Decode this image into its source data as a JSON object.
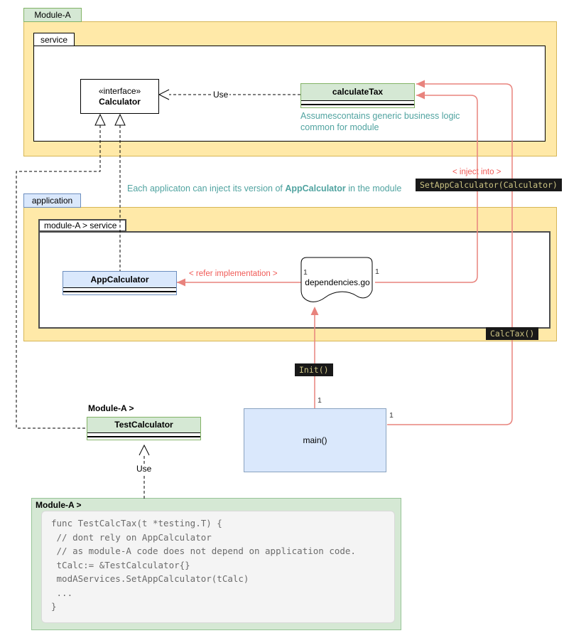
{
  "containers": {
    "module_a": {
      "tab": "Module-A"
    },
    "service": {
      "tab": "service"
    },
    "application": {
      "tab": "application"
    },
    "module_a_service": {
      "tab": "module-A > service"
    }
  },
  "boxes": {
    "calculator": {
      "stereotype": "«interface»",
      "name": "Calculator"
    },
    "calculate_tax": {
      "name": "calculateTax"
    },
    "app_calculator": {
      "name": "AppCalculator"
    },
    "test_calculator": {
      "header": "Module-A >",
      "name": "TestCalculator"
    },
    "main": {
      "name": "main()"
    },
    "dependencies": {
      "name": "dependencies.go"
    }
  },
  "labels": {
    "use_top": "Use",
    "use_bottom": "Use",
    "inject_into": "< inject into >",
    "refer_implementation": "< refer implementation >",
    "set_app_calculator": "SetAppCalculator(Calculator)",
    "calc_tax": "CalcTax()",
    "init": "Init()",
    "multiplicity": "1"
  },
  "notes": {
    "calculate_tax_note_line1": "Assumescontains generic business logic",
    "calculate_tax_note_line2": "common for module",
    "inject_note_before": "Each applicaton can inject its version of ",
    "inject_note_bold": "AppCalculator",
    "inject_note_after": " in the module"
  },
  "code_box": {
    "header": "Module-A >",
    "lines": [
      "func TestCalcTax(t *testing.T) {",
      " // dont rely on AppCalculator",
      " // as module-A code does not depend on application code.",
      " tCalc:= &TestCalculator{}",
      " modAServices.SetAppCalculator(tCalc)",
      " ...",
      "}"
    ]
  },
  "colors": {
    "green_fill": "#d5e8d4",
    "green_border": "#82b366",
    "blue_fill": "#dae8fc",
    "blue_border": "#6c8ebf",
    "yellow_fill": "#ffe9a8",
    "yellow_border": "#d6b656",
    "red_line": "#e8837d",
    "red_text": "#f05a56",
    "teal_text": "#50a3a0",
    "label_bg": "#191919",
    "label_text": "#cdc584"
  }
}
